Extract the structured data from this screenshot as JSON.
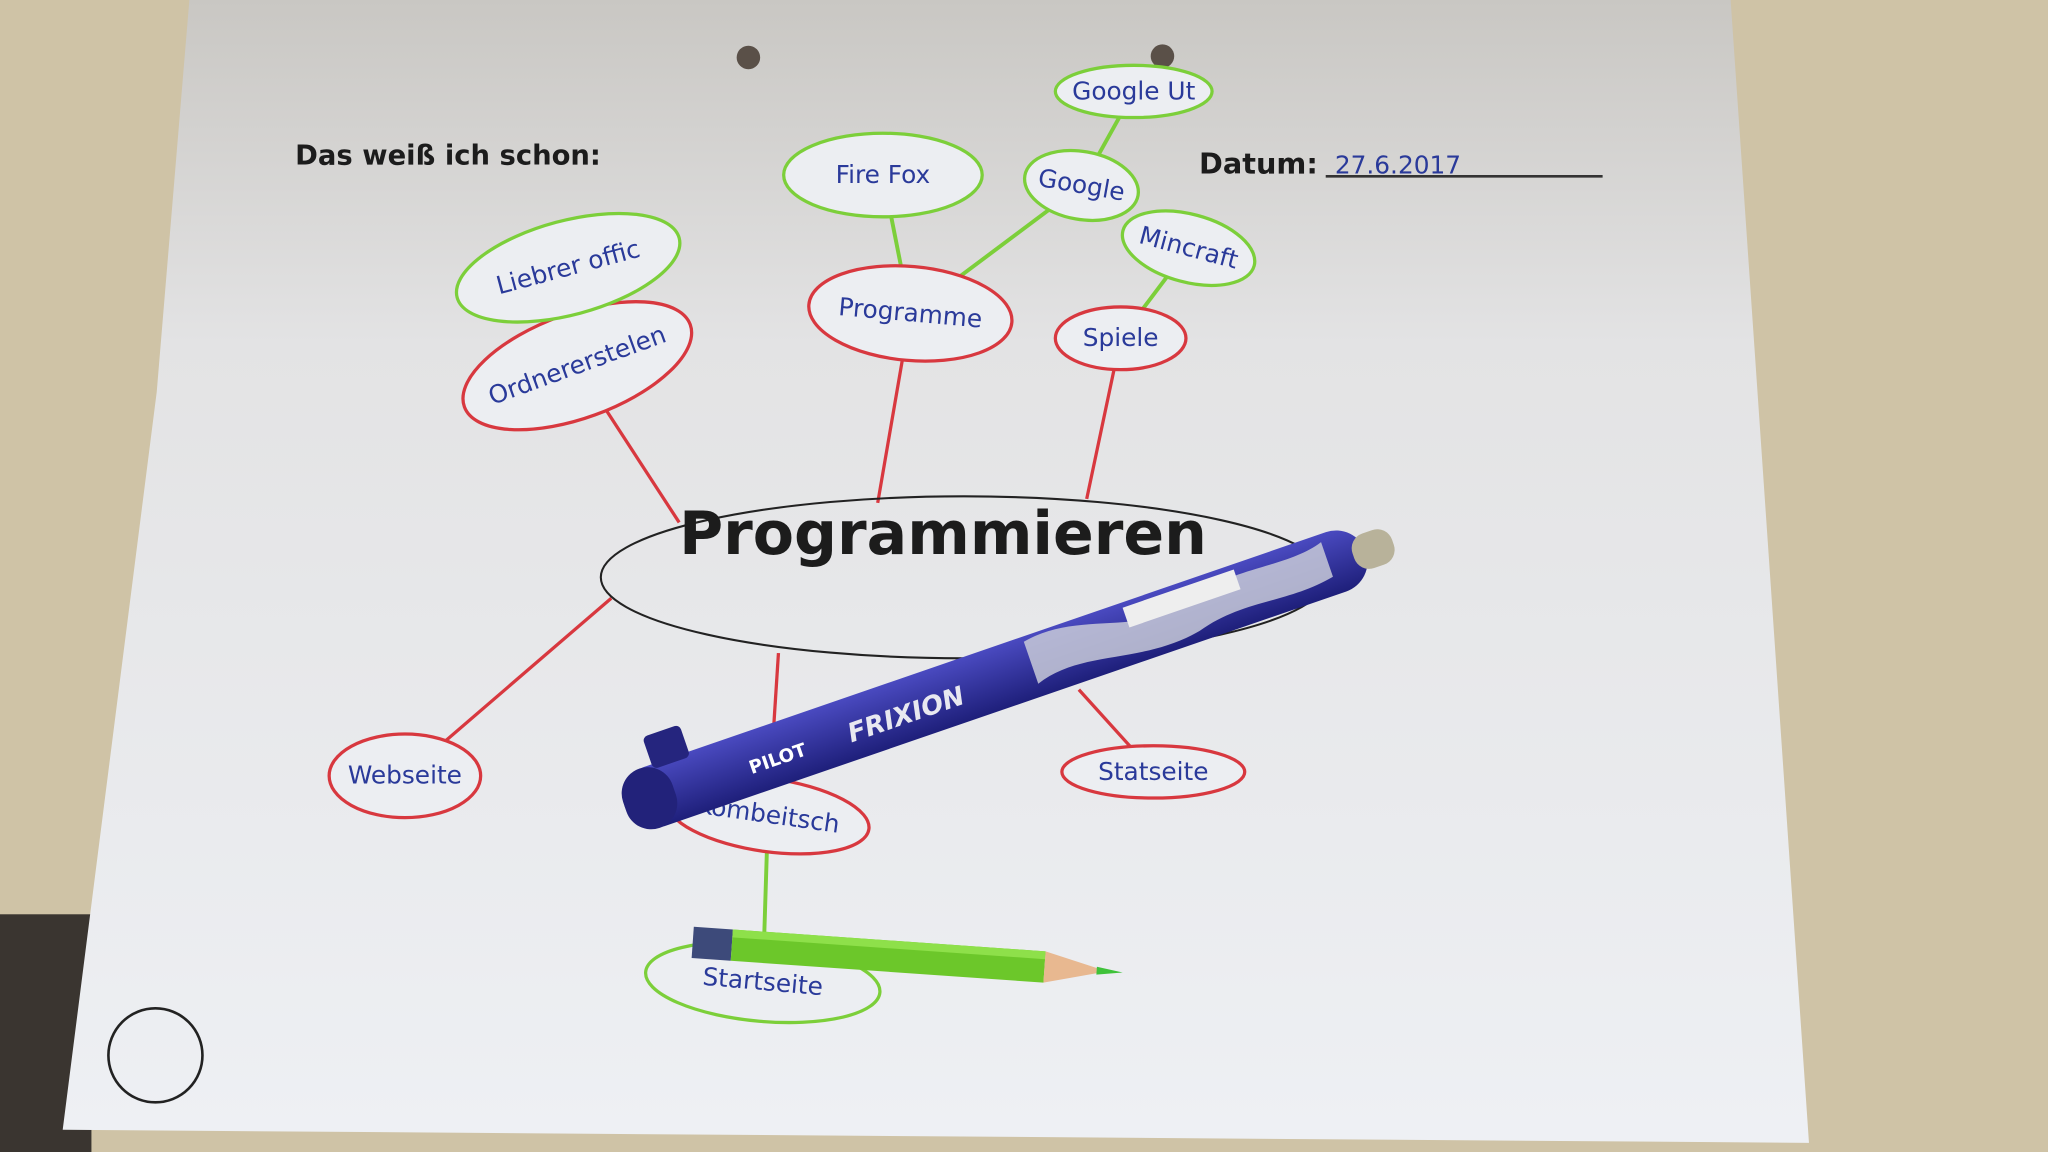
{
  "worksheet": {
    "heading": "Das weiß ich schon:",
    "date_label": "Datum:",
    "date_value": "27.6.2017",
    "center_topic": "Programmieren"
  },
  "mindmap": {
    "red_nodes": [
      {
        "id": "ordner",
        "label": "Ordnererstelen"
      },
      {
        "id": "programme",
        "label": "Programme"
      },
      {
        "id": "spiele",
        "label": "Spiele"
      },
      {
        "id": "webseite",
        "label": "Webseite"
      },
      {
        "id": "kombeitsch",
        "label": "Kombeitsch"
      },
      {
        "id": "statseite",
        "label": "Statseite"
      }
    ],
    "green_nodes": [
      {
        "id": "liebrer",
        "label": "Liebrer offic"
      },
      {
        "id": "firefox",
        "label": "Fire Fox"
      },
      {
        "id": "google",
        "label": "Google"
      },
      {
        "id": "googleut",
        "label": "Google Ut"
      },
      {
        "id": "minecraft",
        "label": "Mincraft"
      },
      {
        "id": "startseite",
        "label": "Startseite"
      }
    ]
  },
  "objects": {
    "pen_brand": "PILOT",
    "pen_model": "FRIXION"
  },
  "colors": {
    "paper": "#eeeff2",
    "red_marker": "#d8383f",
    "green_marker": "#7ccf3a",
    "ink_blue": "#2a3a9a",
    "pen_blue": "#28279a",
    "pencil_green": "#6cc72a",
    "desk": "#cfc3a6"
  }
}
